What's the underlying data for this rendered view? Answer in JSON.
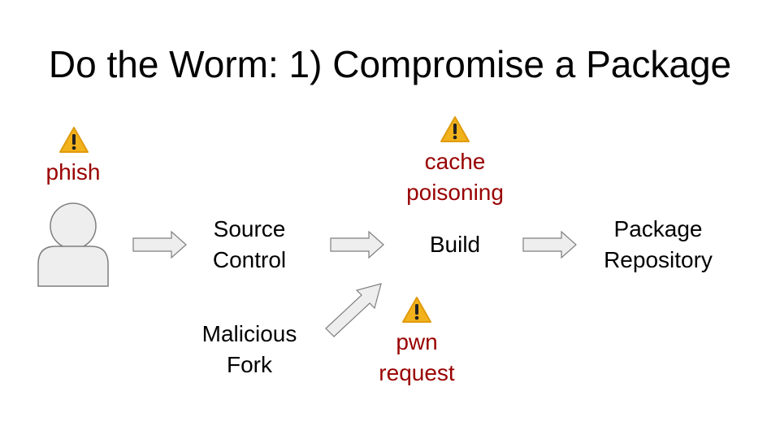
{
  "slide": {
    "title": "Do the Worm: 1) Compromise a Package"
  },
  "nodes": {
    "source_control": [
      "Source",
      "Control"
    ],
    "build": "Build",
    "package_repository": [
      "Package",
      "Repository"
    ],
    "malicious_fork": [
      "Malicious",
      "Fork"
    ]
  },
  "threats": {
    "phish": "phish",
    "cache_poisoning": [
      "cache",
      "poisoning"
    ],
    "pwn_request": [
      "pwn",
      "request"
    ]
  },
  "icons": {
    "warning": "warning-icon",
    "person": "person-icon",
    "arrow": "arrow-icon"
  },
  "colors": {
    "threat_text": "#990000",
    "warning_fill": "#f2b21b",
    "shape_fill": "#eeeeee",
    "shape_stroke": "#7f7f7f"
  }
}
